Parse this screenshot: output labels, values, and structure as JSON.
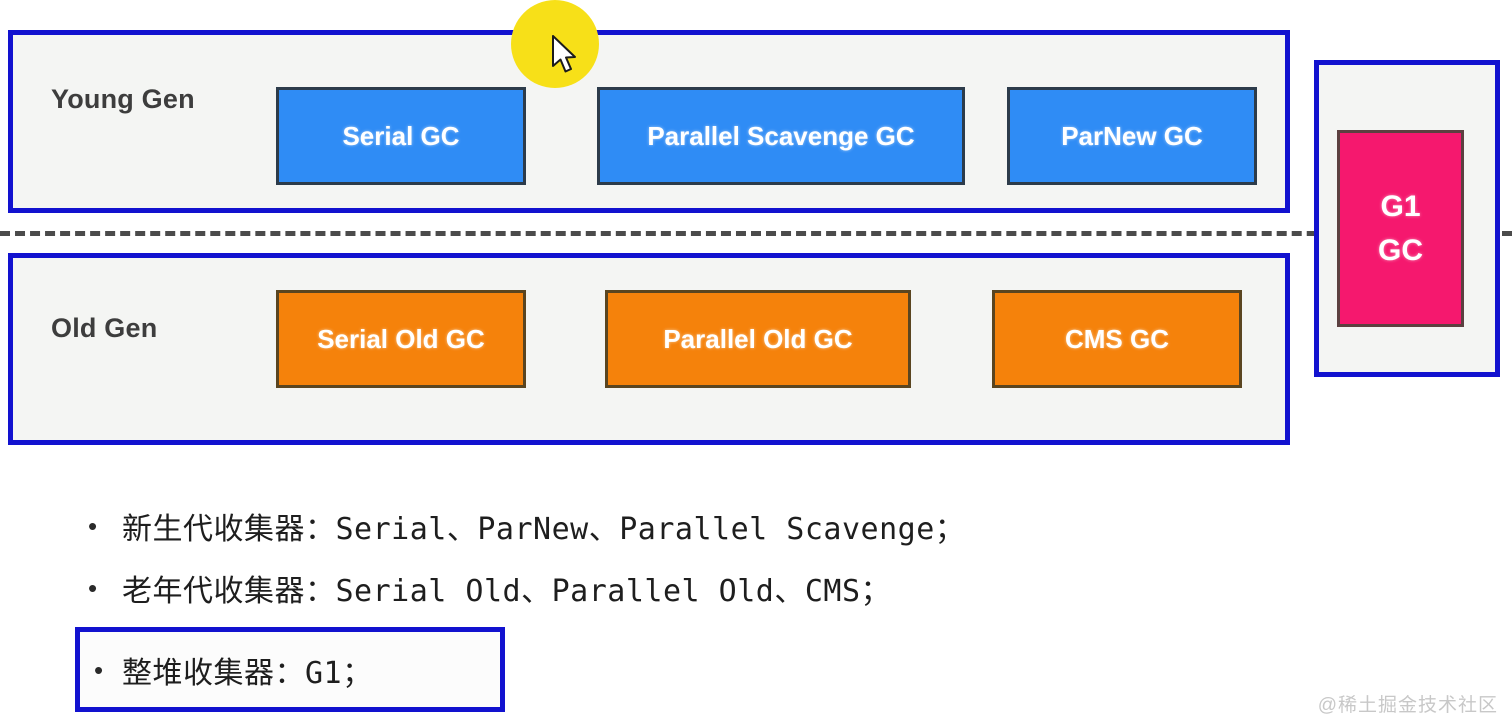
{
  "diagram": {
    "young_gen": {
      "label": "Young Gen",
      "collectors": [
        {
          "name": "Serial GC"
        },
        {
          "name": "Parallel Scavenge GC"
        },
        {
          "name": "ParNew GC"
        }
      ]
    },
    "old_gen": {
      "label": "Old Gen",
      "collectors": [
        {
          "name": "Serial Old GC"
        },
        {
          "name": "Parallel Old GC"
        },
        {
          "name": "CMS GC"
        }
      ]
    },
    "whole_heap": {
      "line1": "G1",
      "line2": "GC"
    },
    "colors": {
      "young_chip": "#2f8cf5",
      "old_chip": "#f5820b",
      "g1_chip": "#f5186e",
      "panel_border": "#1212cf",
      "panel_background": "#f4f5f3",
      "divider": "#4b4b4b",
      "highlight": "#f7e018"
    }
  },
  "bullets": [
    {
      "marker": "•",
      "text": "新生代收集器：Serial、ParNew、Parallel Scavenge；"
    },
    {
      "marker": "•",
      "text": "老年代收集器：Serial Old、Parallel Old、CMS；"
    },
    {
      "marker": "•",
      "text": "整堆收集器：G1；"
    }
  ],
  "watermark": "@稀土掘金技术社区"
}
